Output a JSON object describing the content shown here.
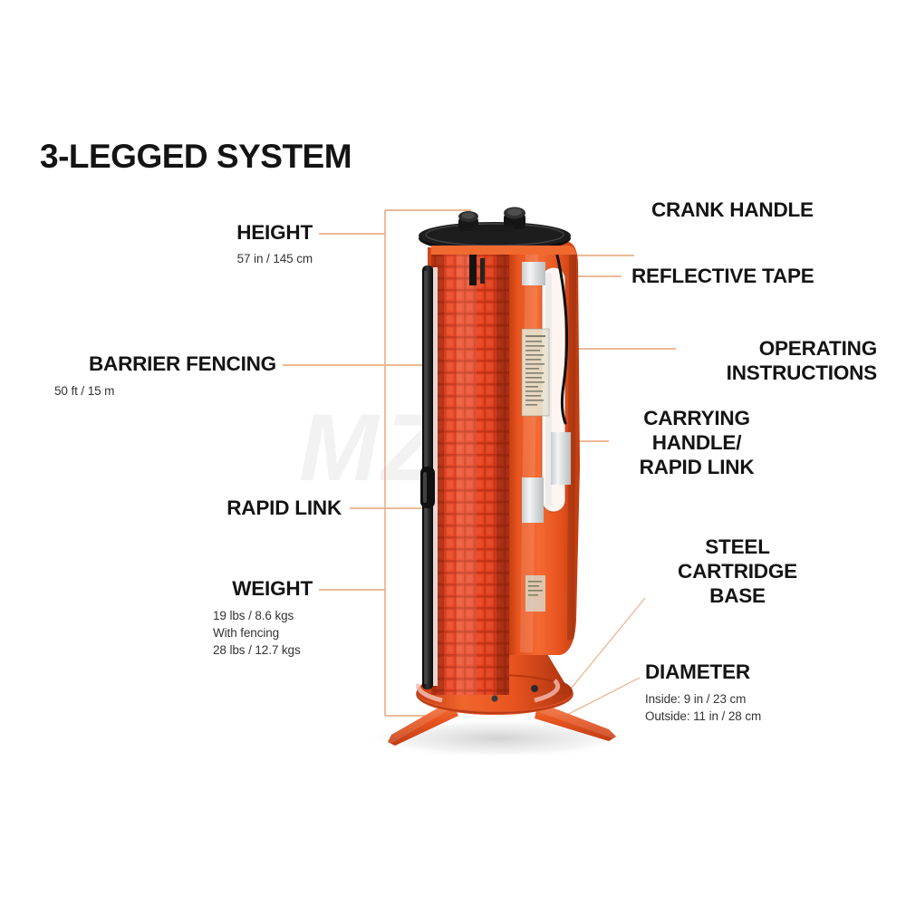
{
  "page": {
    "title": "3-LEGGED SYSTEM",
    "watermark": "MZ",
    "background_color": "#ffffff",
    "leader_line_color": "#eab08a",
    "text_color": "#141414",
    "product_orange": "#e8541f"
  },
  "callouts": {
    "height": {
      "label": "HEIGHT",
      "detail": "57 in / 145 cm"
    },
    "barrier_fencing": {
      "label": "BARRIER FENCING",
      "detail": "50 ft / 15 m"
    },
    "rapid_link": {
      "label": "RAPID LINK"
    },
    "weight": {
      "label": "WEIGHT",
      "detail_1": "19 lbs / 8.6 kgs",
      "detail_2": "With fencing",
      "detail_3": "28 lbs / 12.7 kgs"
    },
    "crank_handle": {
      "label": "CRANK HANDLE"
    },
    "reflective_tape": {
      "label": "REFLECTIVE TAPE"
    },
    "operating_instructions": {
      "line_1": "OPERATING",
      "line_2": "INSTRUCTIONS"
    },
    "carrying_handle": {
      "line_1": "CARRYING",
      "line_2": "HANDLE/",
      "line_3": "RAPID LINK"
    },
    "steel_cartridge_base": {
      "line_1": "STEEL",
      "line_2": "CARTRIDGE",
      "line_3": "BASE"
    },
    "diameter": {
      "label": "DIAMETER",
      "detail_1": "Inside: 9 in / 23 cm",
      "detail_2": "Outside: 11 in / 28 cm"
    }
  },
  "product": {
    "name": "retractable-barrier-fence-unit",
    "parts": [
      "crank-handle",
      "reflective-tape",
      "operating-instructions-label",
      "carrying-handle",
      "orange-mesh-fencing",
      "steel-cartridge-base",
      "tripod-legs"
    ]
  }
}
